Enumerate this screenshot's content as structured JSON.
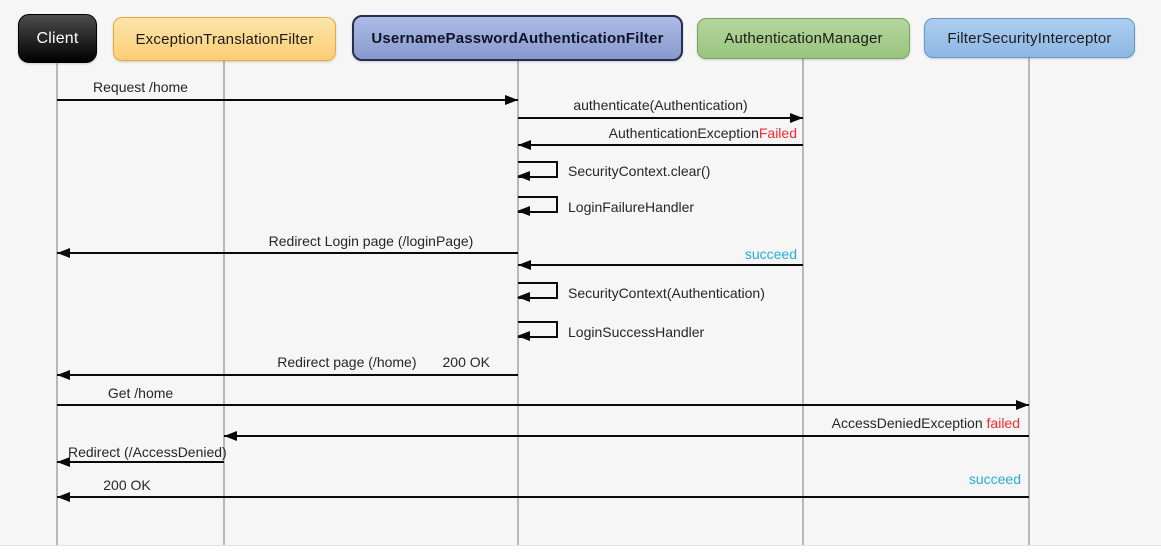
{
  "diagram_type": "sequence-diagram",
  "topic": "Spring Security authentication flow",
  "colors": {
    "background": "#f5f6f5",
    "arrow": "#0a0a0a",
    "lifeline": "#b9b9b9",
    "fail_red": "#ff2a2a",
    "succeed_blue": "#29abe2",
    "client_fill": "#000000",
    "exception_translation_filter_fill": "#fbce74",
    "username_password_authentication_filter_fill": "#8799cd",
    "authentication_manager_fill": "#9ac47f",
    "filter_security_interceptor_fill": "#8cb7e3"
  },
  "actors": [
    {
      "label": "Client"
    },
    {
      "label": "ExceptionTranslationFilter"
    },
    {
      "label": "UsernamePasswordAuthenticationFilter"
    },
    {
      "label": "AuthenticationManager"
    },
    {
      "label": "FilterSecurityInterceptor"
    }
  ],
  "messages": [
    {
      "from": "Client",
      "to": "UsernamePasswordAuthenticationFilter",
      "label": "Request /home"
    },
    {
      "from": "UsernamePasswordAuthenticationFilter",
      "to": "AuthenticationManager",
      "label": "authenticate(Authentication)"
    },
    {
      "from": "AuthenticationManager",
      "to": "UsernamePasswordAuthenticationFilter",
      "label": "AuthenticationException",
      "label_suffix": "Failed"
    },
    {
      "from": "UsernamePasswordAuthenticationFilter",
      "to": "UsernamePasswordAuthenticationFilter",
      "label": "SecurityContext.clear()"
    },
    {
      "from": "UsernamePasswordAuthenticationFilter",
      "to": "UsernamePasswordAuthenticationFilter",
      "label": "LoginFailureHandler"
    },
    {
      "from": "UsernamePasswordAuthenticationFilter",
      "to": "Client",
      "label": "Redirect Login page (/loginPage)"
    },
    {
      "from": "AuthenticationManager",
      "to": "UsernamePasswordAuthenticationFilter",
      "label": "succeed"
    },
    {
      "from": "UsernamePasswordAuthenticationFilter",
      "to": "UsernamePasswordAuthenticationFilter",
      "label": "SecurityContext(Authentication)"
    },
    {
      "from": "UsernamePasswordAuthenticationFilter",
      "to": "UsernamePasswordAuthenticationFilter",
      "label": "LoginSuccessHandler"
    },
    {
      "from": "UsernamePasswordAuthenticationFilter",
      "to": "Client",
      "label": "Redirect page (/home)",
      "label2": "200 OK"
    },
    {
      "from": "Client",
      "to": "FilterSecurityInterceptor",
      "label": "Get /home"
    },
    {
      "from": "FilterSecurityInterceptor",
      "to": "ExceptionTranslationFilter",
      "label": "AccessDeniedException",
      "label_suffix": "failed"
    },
    {
      "from": "ExceptionTranslationFilter",
      "to": "Client",
      "label": "Redirect (/AccessDenied)"
    },
    {
      "from": "FilterSecurityInterceptor",
      "to": "Client",
      "label": "200 OK",
      "label_right": "succeed"
    }
  ]
}
